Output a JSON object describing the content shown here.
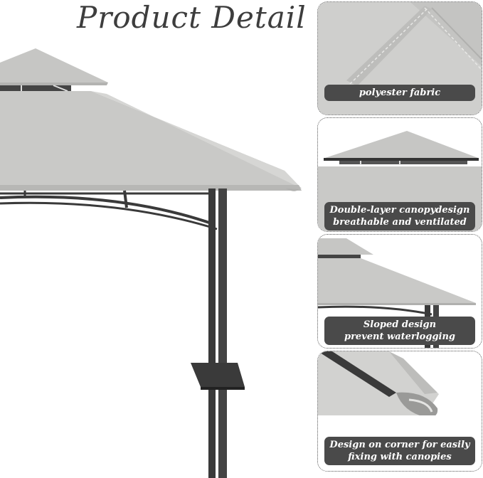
{
  "page_title": "Product Detail",
  "features": [
    {
      "lines": [
        "polyester fabric"
      ]
    },
    {
      "lines": [
        "Double-layer canopydesign",
        "breathable and ventilated"
      ]
    },
    {
      "lines": [
        "Sloped design",
        "prevent waterlogging"
      ]
    },
    {
      "lines": [
        "Design on corner for easily",
        "fixing with canopies"
      ]
    }
  ],
  "colors": {
    "canopy": "#c9c9c7",
    "frame": "#3a3a3a",
    "caption_bg": "#4a4a4a"
  }
}
